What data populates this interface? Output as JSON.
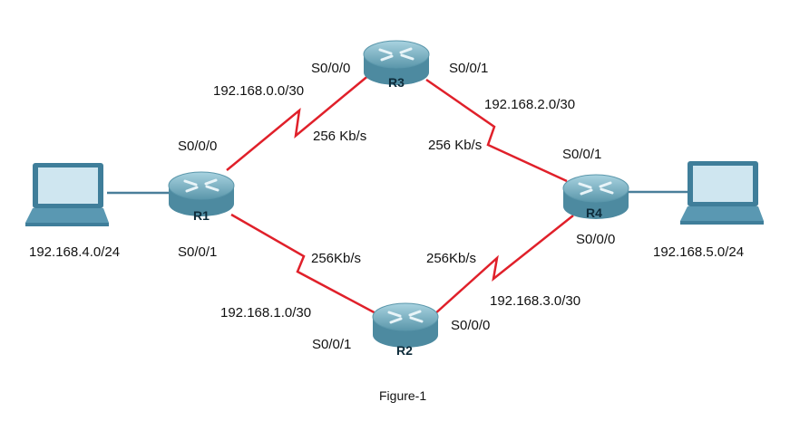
{
  "routers": {
    "r1": "R1",
    "r2": "R2",
    "r3": "R3",
    "r4": "R4"
  },
  "interfaces": {
    "r3_s000": "S0/0/0",
    "r3_s001": "S0/0/1",
    "r1_s000": "S0/0/0",
    "r1_s001": "S0/0/1",
    "r4_s001": "S0/0/1",
    "r4_s000": "S0/0/0",
    "r2_s000": "S0/0/0",
    "r2_s001": "S0/0/1"
  },
  "networks": {
    "r1_r3": "192.168.0.0/30",
    "r3_r4": "192.168.2.0/30",
    "r1_r2": "192.168.1.0/30",
    "r2_r4": "192.168.3.0/30",
    "lan_left": "192.168.4.0/24",
    "lan_right": "192.168.5.0/24"
  },
  "speeds": {
    "r1_r3": "256 Kb/s",
    "r3_r4": "256 Kb/s",
    "r1_r2": "256Kb/s",
    "r2_r4": "256Kb/s"
  },
  "caption": "Figure-1",
  "colors": {
    "serial_link": "#e0202a",
    "ethernet_link": "#4a7f9a",
    "router": "#6fa9bd",
    "laptop": "#3f7e9a"
  }
}
